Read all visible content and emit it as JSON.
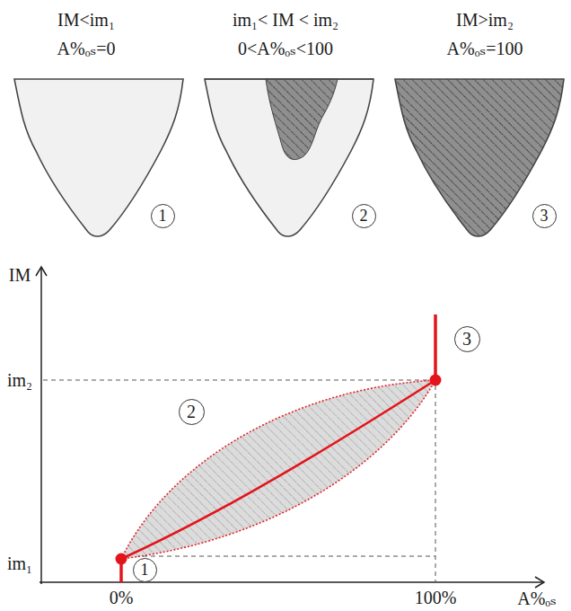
{
  "diagram": {
    "nodes": [
      {
        "text": [
          "1"
        ]
      },
      {
        "text": [
          "2"
        ]
      },
      {
        "text": [
          "3"
        ]
      },
      {
        "text": [
          "1"
        ]
      },
      {
        "text": [
          "2"
        ]
      },
      {
        "text": [
          "3"
        ]
      }
    ],
    "labels": [
      "IM<im₁",
      "A%ₒₛ=0",
      "im₁< IM < im₂",
      "0<A%ₒₛ<100",
      "IM>im₂",
      "A%ₒₛ=100",
      "IM",
      "im₂",
      "im₁",
      "0%",
      "100%",
      "A%ₒₛ"
    ]
  }
}
